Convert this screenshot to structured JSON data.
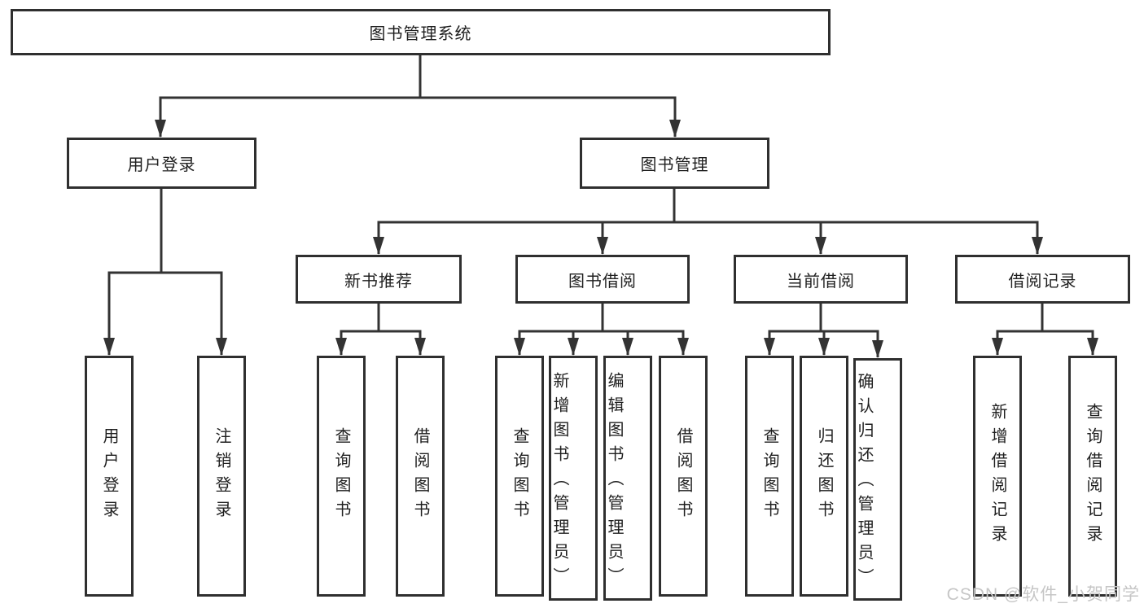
{
  "tree": {
    "root": {
      "label": "图书管理系统"
    },
    "branches": [
      {
        "label": "用户登录",
        "children": [
          {
            "label": "用户登录"
          },
          {
            "label": "注销登录"
          }
        ]
      },
      {
        "label": "图书管理",
        "sections": [
          {
            "label": "新书推荐",
            "children": [
              {
                "label": "查询图书"
              },
              {
                "label": "借阅图书"
              }
            ]
          },
          {
            "label": "图书借阅",
            "children": [
              {
                "label": "查询图书"
              },
              {
                "label": "新增图书（管理员）"
              },
              {
                "label": "编辑图书（管理员）"
              },
              {
                "label": "借阅图书"
              }
            ]
          },
          {
            "label": "当前借阅",
            "children": [
              {
                "label": "查询图书"
              },
              {
                "label": "归还图书"
              },
              {
                "label": "确认归还（管理员）"
              }
            ]
          },
          {
            "label": "借阅记录",
            "children": [
              {
                "label": "新增借阅记录"
              },
              {
                "label": "查询借阅记录"
              }
            ]
          }
        ]
      }
    ]
  },
  "watermark": {
    "text": "CSDN @软件_小贺同学",
    "color": "#c6c6c6"
  },
  "colors": {
    "line": "#333333",
    "border": "#2f2f2f",
    "text": "#1f1f1f",
    "background": "#ffffff"
  }
}
